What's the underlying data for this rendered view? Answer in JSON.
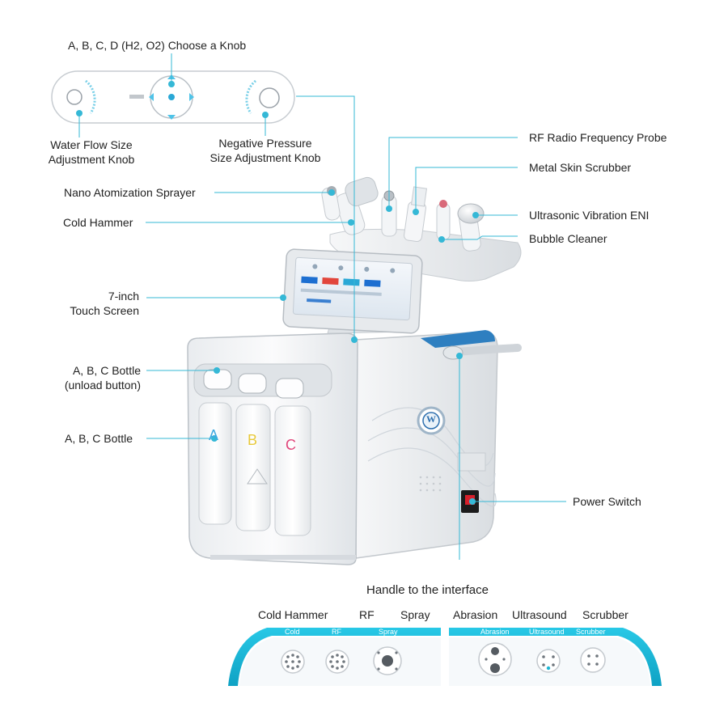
{
  "labels": {
    "knob_title": "A, B, C, D (H2, O2) Choose a Knob",
    "water_flow_1": "Water Flow Size",
    "water_flow_2": "Adjustment Knob",
    "neg_pressure_1": "Negative Pressure",
    "neg_pressure_2": "Size Adjustment Knob",
    "rf_probe": "RF Radio Frequency Probe",
    "metal_scrubber": "Metal Skin Scrubber",
    "nano_sprayer": "Nano Atomization Sprayer",
    "cold_hammer": "Cold Hammer",
    "ultrasonic": "Ultrasonic Vibration ENI",
    "bubble_cleaner": "Bubble Cleaner",
    "touch_screen_1": "7-inch",
    "touch_screen_2": "Touch Screen",
    "abc_unload_1": "A, B, C Bottle",
    "abc_unload_2": "(unload button)",
    "abc_bottle": "A, B, C Bottle",
    "power_switch": "Power Switch",
    "handle_title": "Handle to the interface"
  },
  "bottles": {
    "a": "A",
    "b": "B",
    "c": "C"
  },
  "device_logo": "W",
  "handles": {
    "left": [
      {
        "name": "Cold Hammer",
        "sub": "Cold"
      },
      {
        "name": "RF",
        "sub": "RF"
      },
      {
        "name": "Spray",
        "sub": "Spray"
      }
    ],
    "right": [
      {
        "name": "Abrasion",
        "sub": "Abrasion"
      },
      {
        "name": "Ultrasound",
        "sub": "Ultrasound"
      },
      {
        "name": "Scrubber",
        "sub": "Scrubber"
      }
    ]
  },
  "colors": {
    "accent": "#1fb6d4",
    "line": "#35b8d6",
    "bottle_a": "#3fa9e0",
    "bottle_b": "#e8c93a",
    "bottle_c": "#e0457a"
  }
}
